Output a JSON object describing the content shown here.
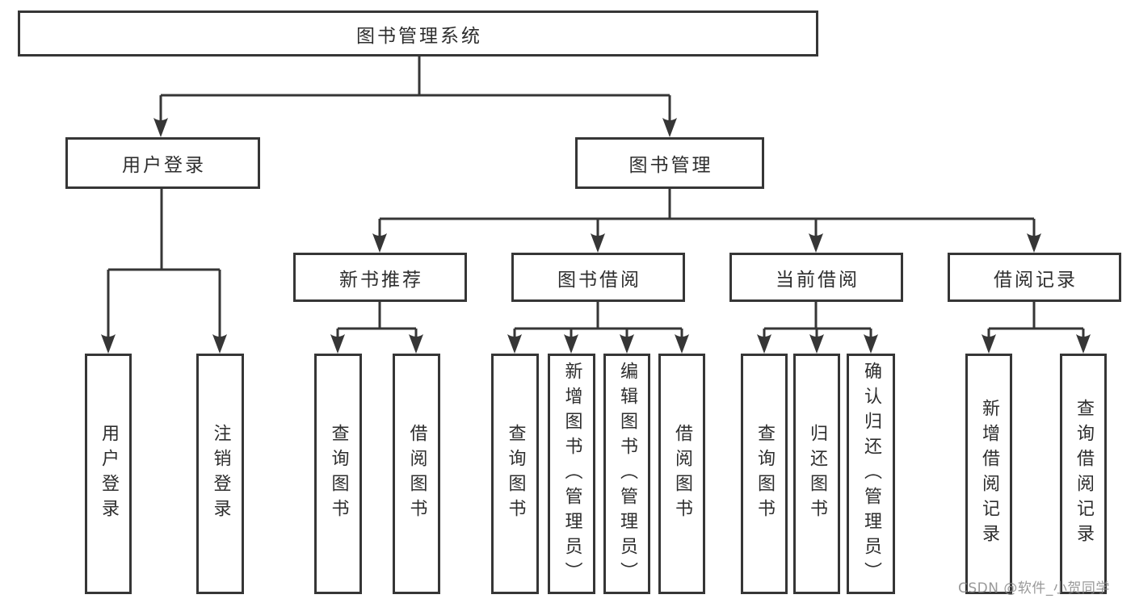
{
  "diagram_title": "图书管理系统",
  "tree": {
    "root": "图书管理系统",
    "branches": [
      {
        "label": "用户登录",
        "children": [
          "用户登录",
          "注销登录"
        ]
      },
      {
        "label": "图书管理",
        "children": [
          {
            "label": "新书推荐",
            "children": [
              "查询图书",
              "借阅图书"
            ]
          },
          {
            "label": "图书借阅",
            "children": [
              "查询图书",
              "新增图书（管理员）",
              "编辑图书（管理员）",
              "借阅图书"
            ]
          },
          {
            "label": "当前借阅",
            "children": [
              "查询图书",
              "归还图书",
              "确认归还（管理员）"
            ]
          },
          {
            "label": "借阅记录",
            "children": [
              "新增借阅记录",
              "查询借阅记录"
            ]
          }
        ]
      }
    ]
  },
  "watermark": "CSDN @软件_小贺同学",
  "colors": {
    "line": "#363636",
    "box_border": "#363636",
    "text": "#2e2e2e",
    "background": "#ffffff",
    "watermark": "#878787"
  }
}
